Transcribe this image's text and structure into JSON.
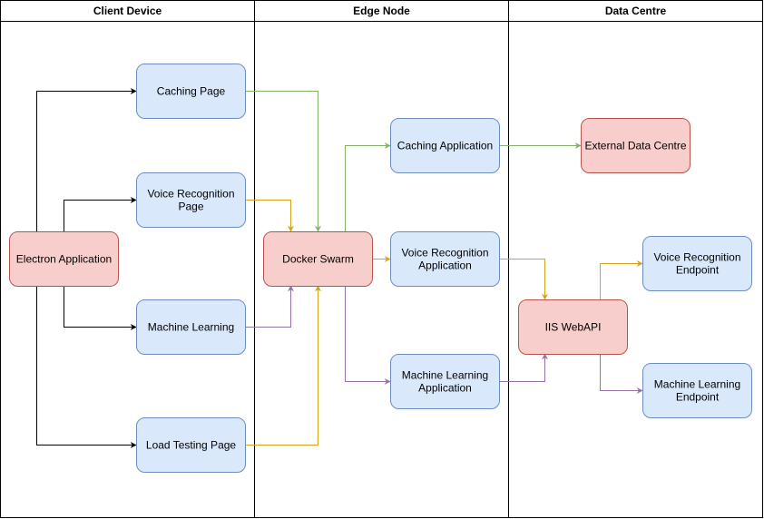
{
  "colors": {
    "blue_fill": "#dae8fc",
    "blue_stroke": "#6c8ebf",
    "red_fill": "#f8cecc",
    "red_stroke": "#b85450",
    "black": "#000000",
    "green": "#82b366",
    "yellow": "#d6a31f",
    "purple": "#9673a6"
  },
  "lanes": [
    {
      "id": "client",
      "title": "Client Device"
    },
    {
      "id": "edge",
      "title": "Edge Node"
    },
    {
      "id": "dc",
      "title": "Data Centre"
    }
  ],
  "nodes": [
    {
      "id": "electron",
      "label": [
        "Electron Application"
      ],
      "style": "red"
    },
    {
      "id": "caching_page",
      "label": [
        "Caching Page"
      ],
      "style": "blue"
    },
    {
      "id": "voice_page",
      "label": [
        "Voice Recognition",
        "Page"
      ],
      "style": "blue"
    },
    {
      "id": "ml_page",
      "label": [
        "Machine Learning"
      ],
      "style": "blue"
    },
    {
      "id": "load_page",
      "label": [
        "Load Testing Page"
      ],
      "style": "blue"
    },
    {
      "id": "docker",
      "label": [
        "Docker Swarm"
      ],
      "style": "red"
    },
    {
      "id": "caching_app",
      "label": [
        "Caching Application"
      ],
      "style": "blue"
    },
    {
      "id": "voice_app",
      "label": [
        "Voice Recognition",
        "Application"
      ],
      "style": "blue"
    },
    {
      "id": "ml_app",
      "label": [
        "Machine Learning",
        "Application"
      ],
      "style": "blue"
    },
    {
      "id": "ext_dc",
      "label": [
        "External Data Centre"
      ],
      "style": "red"
    },
    {
      "id": "iis",
      "label": [
        "IIS WebAPI"
      ],
      "style": "red"
    },
    {
      "id": "voice_ep",
      "label": [
        "Voice Recognition",
        "Endpoint"
      ],
      "style": "blue"
    },
    {
      "id": "ml_ep",
      "label": [
        "Machine Learning",
        "Endpoint"
      ],
      "style": "blue"
    }
  ],
  "edges": [
    {
      "from": "electron",
      "to": "caching_page",
      "color": "black"
    },
    {
      "from": "electron",
      "to": "voice_page",
      "color": "black"
    },
    {
      "from": "electron",
      "to": "ml_page",
      "color": "black"
    },
    {
      "from": "electron",
      "to": "load_page",
      "color": "black"
    },
    {
      "from": "caching_page",
      "to": "docker",
      "color": "green"
    },
    {
      "from": "voice_page",
      "to": "docker",
      "color": "yellow"
    },
    {
      "from": "ml_page",
      "to": "docker",
      "color": "purple"
    },
    {
      "from": "load_page",
      "to": "docker",
      "color": "yellow"
    },
    {
      "from": "docker",
      "to": "caching_app",
      "color": "green"
    },
    {
      "from": "docker",
      "to": "voice_app",
      "color": "yellow"
    },
    {
      "from": "docker",
      "to": "ml_app",
      "color": "purple"
    },
    {
      "from": "caching_app",
      "to": "ext_dc",
      "color": "green"
    },
    {
      "from": "voice_app",
      "to": "iis",
      "color": "yellow"
    },
    {
      "from": "ml_app",
      "to": "iis",
      "color": "purple"
    },
    {
      "from": "iis",
      "to": "voice_ep",
      "color": "yellow"
    },
    {
      "from": "iis",
      "to": "ml_ep",
      "color": "purple"
    }
  ]
}
